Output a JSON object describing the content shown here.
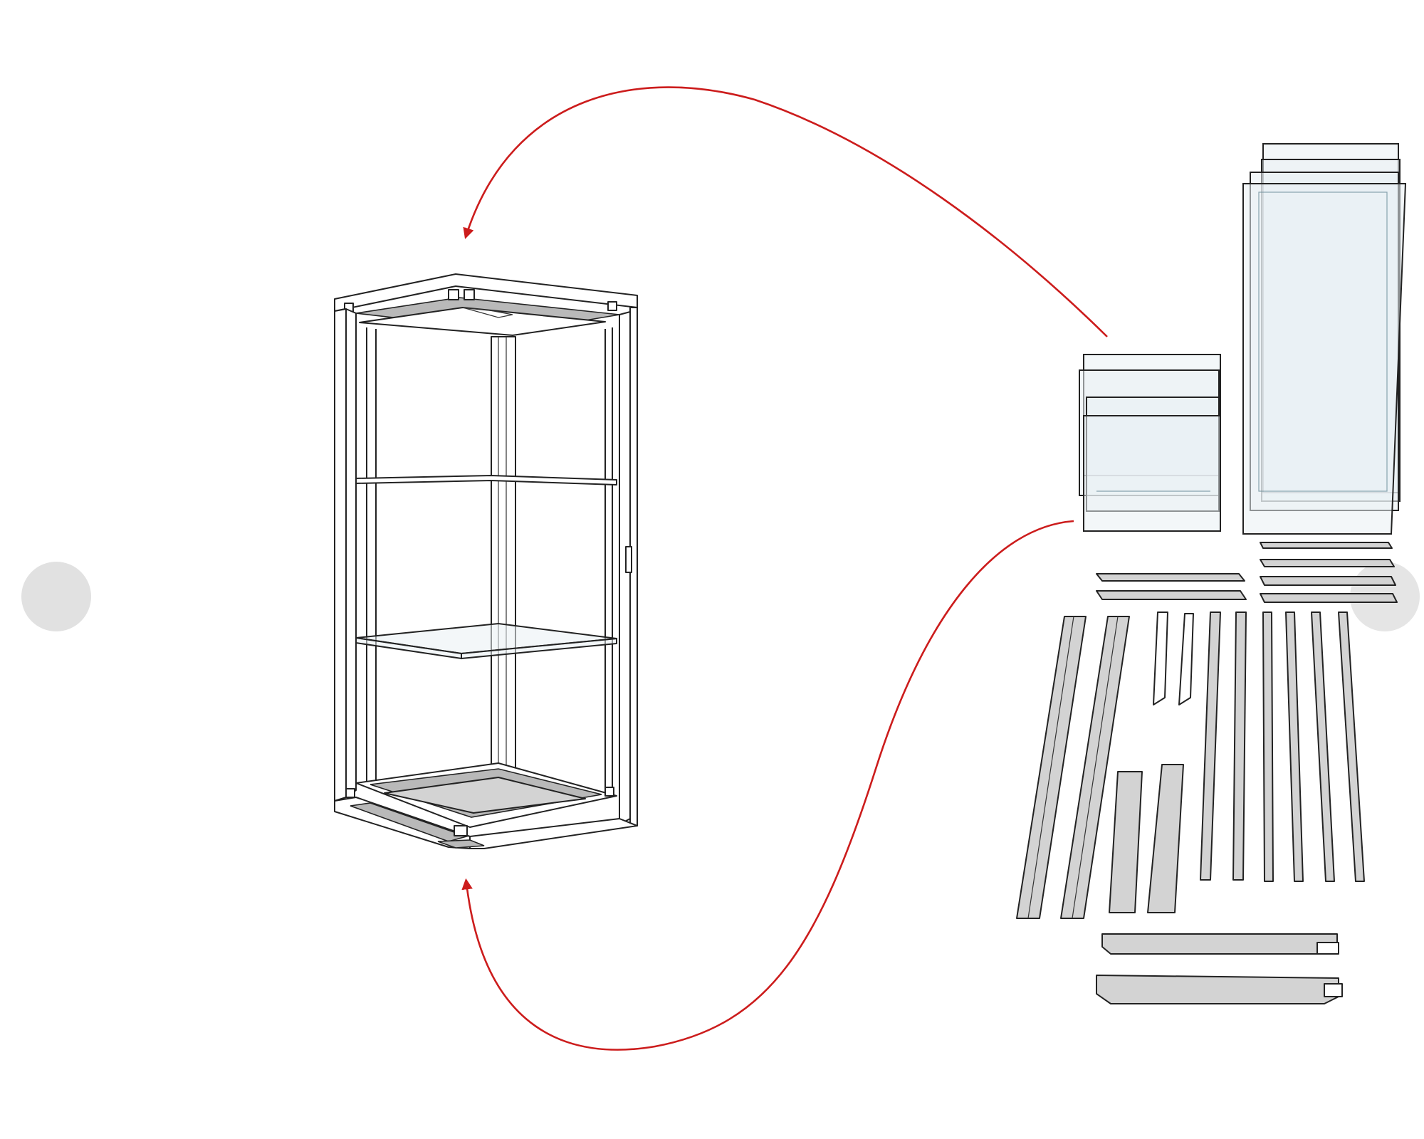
{
  "colors": {
    "background": "#ffffff",
    "arrow": "#cc1c1c",
    "nav_dot": "#e1e1e1",
    "outline": "#222222",
    "part_fill": "#d3d3d3",
    "glass_tint": "#e9f1f4"
  },
  "navigation": {
    "previous_icon": "circle-dot-icon",
    "next_icon": "circle-dot-icon"
  },
  "diagram": {
    "assembled": "display-cabinet-with-three-shelves",
    "arrows": [
      "top-arrow",
      "bottom-arrow"
    ],
    "parts": {
      "small_glass_panels": 3,
      "large_glass_panels": 4,
      "short_rails": 6,
      "long_grooved_posts": 2,
      "short_slotted_strips": 2,
      "medium_grooved_posts": 2,
      "narrow_posts": 6,
      "base_rails": 2
    }
  }
}
